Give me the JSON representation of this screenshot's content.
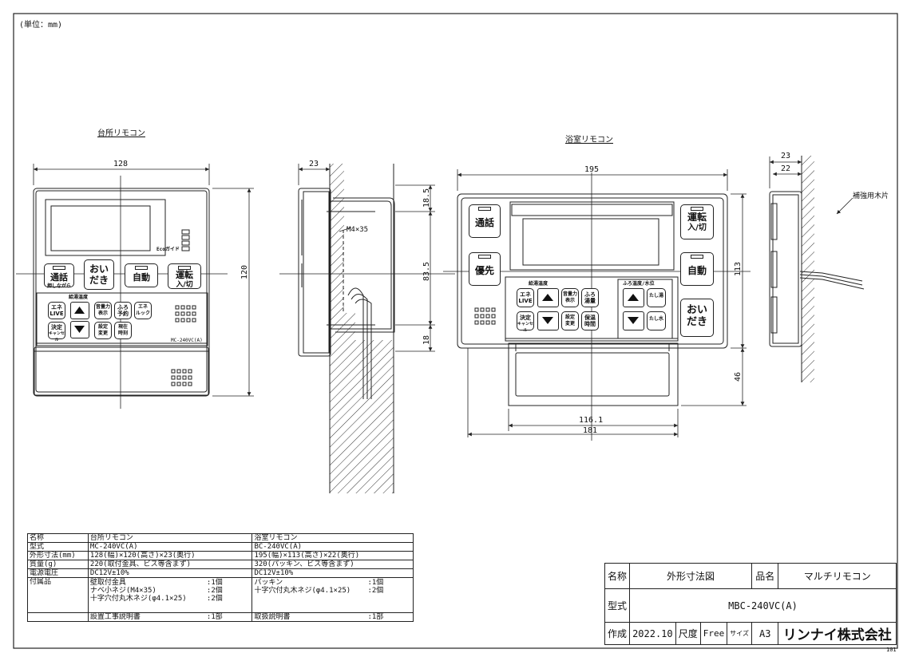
{
  "unit_note": "(単位：mm)",
  "views": {
    "kitchen_title": "台所リモコン",
    "bath_title": "浴室リモコン"
  },
  "kitchen_remote": {
    "buttons": {
      "tsuuwa": "通話",
      "tsuuwa_sub": "押しながら",
      "oidaki_1": "おい",
      "oidaki_2": "だき",
      "jidou": "自動",
      "unten_1": "運転",
      "unten_2": "入/切",
      "ene_1": "エネ",
      "ene_2": "LIVE",
      "kettei_1": "決定",
      "kettei_2": "キャンセル",
      "ondo_label": "給湯温度",
      "onsei_1": "音量力",
      "onsei_2": "表示",
      "furo_1": "ふろ",
      "furo_2": "予約",
      "eneluck_1": "エネ",
      "eneluck_2": "ルック",
      "settei_1": "設定",
      "settei_2": "変更",
      "genzai_1": "現在",
      "genzai_2": "時刻",
      "eco_guide": "Ecoガイド",
      "model_print": "MC-240VC(A)"
    }
  },
  "bath_remote": {
    "buttons": {
      "tsuuwa": "通話",
      "yuusen": "優先",
      "unten_1": "運転",
      "unten_2": "入/切",
      "jidou": "自動",
      "oidaki_1": "おい",
      "oidaki_2": "だき",
      "ene_1": "エネ",
      "ene_2": "LIVE",
      "ondo_label": "給湯温度",
      "furo_ondo_label": "ふろ温度/水位",
      "onsei_1": "音量力",
      "onsei_2": "表示",
      "furo_1": "ふろ",
      "furo_2": "湯量",
      "settei_1": "設定",
      "settei_2": "変更",
      "hoon_1": "保温",
      "hoon_2": "時間",
      "tashiyu": "たし湯",
      "tashimizu": "たし水"
    }
  },
  "dimensions": {
    "k_width": "128",
    "k_height": "120",
    "side_depth": "23",
    "side_top": "18.5",
    "side_mid": "83.5",
    "side_bot": "18",
    "screw": "M4×35",
    "b_width": "195",
    "b_height": "113",
    "b_ext": "46",
    "b_inner": "116.1",
    "b_outer": "181",
    "b_side_depth": "23",
    "b_side_depth2": "22",
    "reinforce": "補強用木片"
  },
  "spec_table": {
    "rows": [
      [
        "名称",
        "台所リモコン",
        "浴室リモコン"
      ],
      [
        "型式",
        "MC-240VC(A)",
        "BC-240VC(A)"
      ],
      [
        "外形寸法(mm)",
        "128(幅)×120(高さ)×23(奥行)",
        "195(幅)×113(高さ)×22(奥行)"
      ],
      [
        "質量(g)",
        "220(取付金具、ビス等含まず)",
        "320(パッキン、ビス等含まず)"
      ],
      [
        "電源電圧",
        "DC12V±10%",
        "DC12V±10%"
      ]
    ],
    "accessories_label": "付属品",
    "accessories_k": [
      [
        "壁取付金具",
        ":1個"
      ],
      [
        "ナベ小ネジ(M4×35)",
        ":2個"
      ],
      [
        "十字穴付丸木ネジ(φ4.1×25)",
        ":2個"
      ],
      [
        "設置工事説明書",
        ":1部"
      ]
    ],
    "accessories_b": [
      [
        "パッキン",
        ":1個"
      ],
      [
        "十字穴付丸木ネジ(φ4.1×25)",
        ":2個"
      ],
      [
        "",
        ""
      ],
      [
        "取扱説明書",
        ":1部"
      ]
    ]
  },
  "title_block": {
    "name_label": "名称",
    "name_value": "外形寸法図",
    "product_label": "品名",
    "product_value": "マルチリモコン",
    "model_label": "型式",
    "model_value": "MBC-240VC(A)",
    "made_label": "作成",
    "date": "2022.10",
    "scale_label": "尺度",
    "scale_value": "Free",
    "size_label": "サイズ",
    "size_value": "A3",
    "company": "リンナイ株式会社",
    "sheet_no": "101"
  }
}
